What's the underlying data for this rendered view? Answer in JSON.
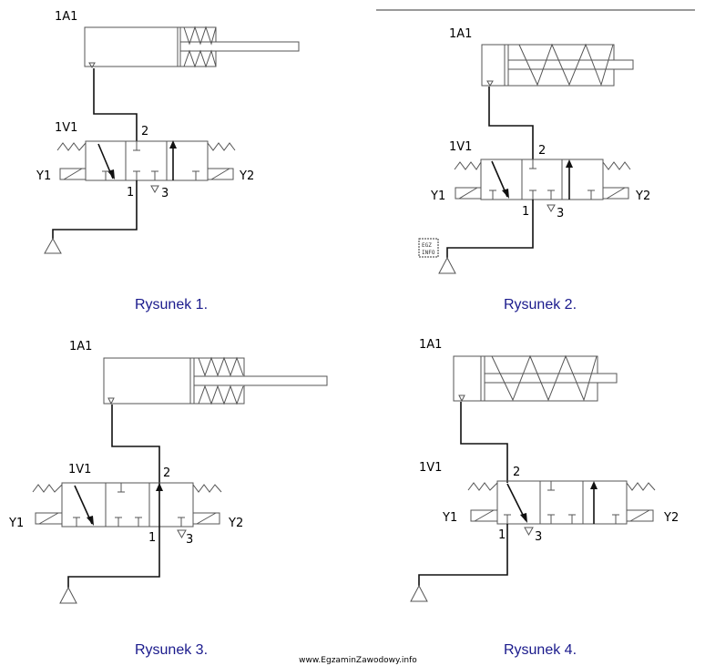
{
  "colors": {
    "caption": "#1a1a8c",
    "line": "#111111",
    "outline": "#555555"
  },
  "figures": [
    {
      "cylinder_label": "1A1",
      "valve_label": "1V1",
      "port_2": "2",
      "port_1": "1",
      "port_3": "3",
      "solenoid_left": "Y1",
      "solenoid_right": "Y2",
      "caption": "Rysunek 1."
    },
    {
      "cylinder_label": "1A1",
      "valve_label": "1V1",
      "port_2": "2",
      "port_1": "1",
      "port_3": "3",
      "solenoid_left": "Y1",
      "solenoid_right": "Y2",
      "caption": "Rysunek 2."
    },
    {
      "cylinder_label": "1A1",
      "valve_label": "1V1",
      "port_2": "2",
      "port_1": "1",
      "port_3": "3",
      "solenoid_left": "Y1",
      "solenoid_right": "Y2",
      "caption": "Rysunek 3."
    },
    {
      "cylinder_label": "1A1",
      "valve_label": "1V1",
      "port_2": "2",
      "port_1": "1",
      "port_3": "3",
      "solenoid_left": "Y1",
      "solenoid_right": "Y2",
      "caption": "Rysunek 4."
    }
  ],
  "watermark": "www.EgzaminZawodowy.info",
  "stamp_text": "EGZ INFO"
}
